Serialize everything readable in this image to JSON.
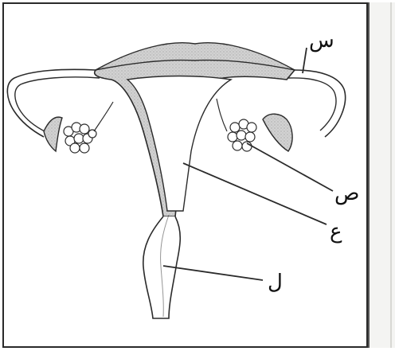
{
  "diagram": {
    "labels": {
      "seen": "س",
      "saad": "ص",
      "ain": "ع",
      "lam": "ل"
    },
    "colors": {
      "stroke": "#2b2b2b",
      "fill_tissue": "#cfcfcf",
      "fill_light": "#ffffff"
    }
  }
}
